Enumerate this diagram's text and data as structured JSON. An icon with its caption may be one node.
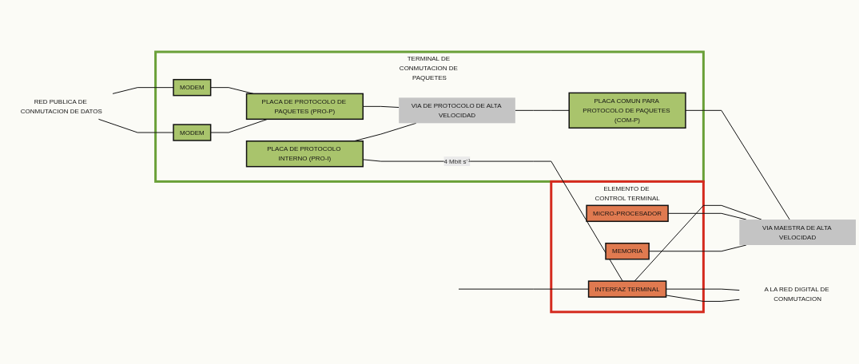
{
  "diagram": {
    "nodes": [
      {
        "text": [
          "RED PUBLICA DE CONMUTACION DE DATOS"
        ]
      },
      {
        "text": [
          "TERMINAL DE CONMUTACION DE PAQUETES"
        ]
      },
      {
        "text": [
          "MODEM"
        ],
        "in": 1
      },
      {
        "text": [
          "MODEM"
        ],
        "in": 1
      },
      {
        "text": [
          "PLACA DE PROTOCOLO DE PAQUETES (PRO-P)"
        ],
        "in": 1
      },
      {
        "text": [
          "PLACA DE PROTOCOLO INTERNO (PRO-I)"
        ],
        "in": 1
      },
      {
        "text": [
          "VIA DE PROTOCOLO DE ALTA VELOCIDAD"
        ],
        "in": 1
      },
      {
        "text": [
          "PLACA COMUN PARA PROTOCOLO DE PAQUETES (COM-P)"
        ],
        "in": 1
      },
      {
        "text": [
          "VIA MAESTRA DE ALTA VELOCIDAD"
        ]
      },
      {
        "text": [
          "ELEMENTO DE CONTROL TERMINAL"
        ]
      },
      {
        "text": [
          "INTERFAZ TERMINAL"
        ],
        "in": 9
      },
      {
        "text": [
          "MICRO-PROCESADOR"
        ],
        "in": 9
      },
      {
        "text": [
          "MEMORIA"
        ],
        "in": 9
      },
      {
        "text": [
          "A LA RED DIGITAL DE CONMUTACION"
        ]
      }
    ],
    "edges": [
      {
        "from": 0,
        "to": 2,
        "arrow": "none"
      },
      {
        "from": 0,
        "to": 3,
        "arrow": "none"
      },
      {
        "from": 2,
        "to": 4,
        "arrow": "none"
      },
      {
        "from": 3,
        "to": 4,
        "arrow": "none"
      },
      {
        "from": 4,
        "to": 6,
        "arrow": "none"
      },
      {
        "from": 5,
        "to": 6,
        "arrow": "none"
      },
      {
        "from": 6,
        "to": 7,
        "arrow": "none"
      },
      {
        "from": 7,
        "to": 8,
        "arrow": "none"
      },
      {
        "from": 5,
        "to": 10,
        "label": "4 Mbit s⁻¹",
        "arrow": "none"
      },
      {
        "from": null,
        "to": 10,
        "arrow": "none"
      },
      {
        "from": 10,
        "to": 13,
        "arrow": "none"
      },
      {
        "from": 10,
        "to": 13,
        "arrow": "none"
      },
      {
        "from": 10,
        "to": 8,
        "arrow": "none"
      },
      {
        "from": 11,
        "to": 8,
        "arrow": "none"
      },
      {
        "from": 12,
        "to": 8,
        "arrow": "none"
      }
    ]
  }
}
